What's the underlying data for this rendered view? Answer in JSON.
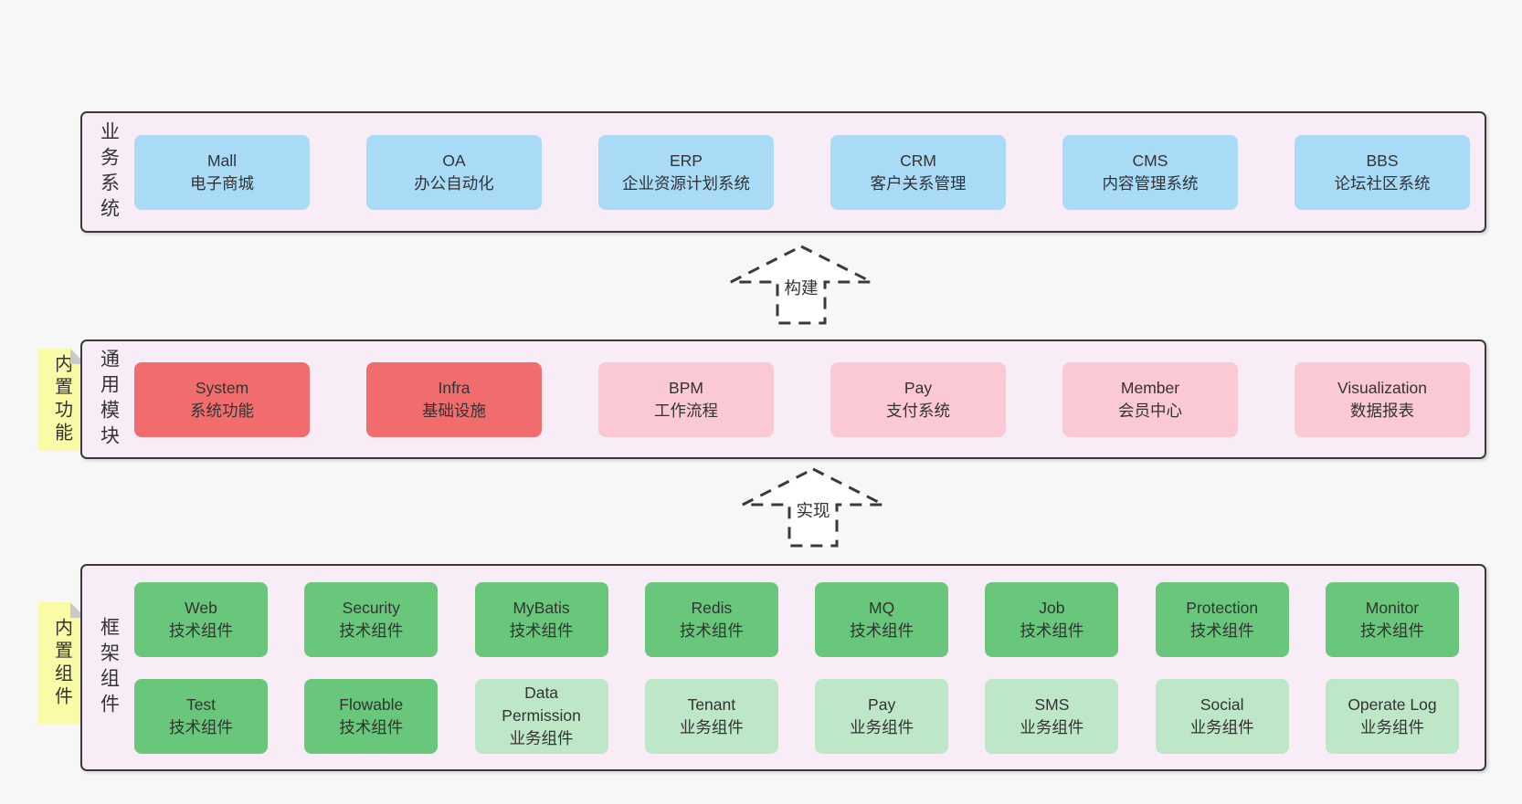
{
  "colors": {
    "page_bg": "#f7f7f7",
    "panel_bg": "#f8edf6",
    "panel_border": "#3a3a3a",
    "box_blue": "#a9daf6",
    "box_red": "#f16d6d",
    "box_pink": "#fbc9d3",
    "box_green": "#69c77b",
    "box_green_light": "#bee7c7",
    "tag_yellow": "#fbfaa6",
    "tag_fold_gray": "#c9c9c9",
    "text": "#333333"
  },
  "panels": {
    "business": {
      "label": "业务系统",
      "boxes": [
        {
          "title": "Mall",
          "subtitle": "电子商城"
        },
        {
          "title": "OA",
          "subtitle": "办公自动化"
        },
        {
          "title": "ERP",
          "subtitle": "企业资源计划系统"
        },
        {
          "title": "CRM",
          "subtitle": "客户关系管理"
        },
        {
          "title": "CMS",
          "subtitle": "内容管理系统"
        },
        {
          "title": "BBS",
          "subtitle": "论坛社区系统"
        }
      ]
    },
    "modules": {
      "label": "通用模块",
      "tag": "内置功能",
      "boxes": [
        {
          "title": "System",
          "subtitle": "系统功能"
        },
        {
          "title": "Infra",
          "subtitle": "基础设施"
        },
        {
          "title": "BPM",
          "subtitle": "工作流程"
        },
        {
          "title": "Pay",
          "subtitle": "支付系统"
        },
        {
          "title": "Member",
          "subtitle": "会员中心"
        },
        {
          "title": "Visualization",
          "subtitle": "数据报表"
        }
      ]
    },
    "components": {
      "label": "框架组件",
      "tag": "内置组件",
      "row1": [
        {
          "title": "Web",
          "subtitle": "技术组件"
        },
        {
          "title": "Security",
          "subtitle": "技术组件"
        },
        {
          "title": "MyBatis",
          "subtitle": "技术组件"
        },
        {
          "title": "Redis",
          "subtitle": "技术组件"
        },
        {
          "title": "MQ",
          "subtitle": "技术组件"
        },
        {
          "title": "Job",
          "subtitle": "技术组件"
        },
        {
          "title": "Protection",
          "subtitle": "技术组件"
        },
        {
          "title": "Monitor",
          "subtitle": "技术组件"
        }
      ],
      "row2": [
        {
          "title": "Test",
          "subtitle": "技术组件"
        },
        {
          "title": "Flowable",
          "subtitle": "技术组件"
        },
        {
          "title": "Data Permission",
          "subtitle": "业务组件"
        },
        {
          "title": "Tenant",
          "subtitle": "业务组件"
        },
        {
          "title": "Pay",
          "subtitle": "业务组件"
        },
        {
          "title": "SMS",
          "subtitle": "业务组件"
        },
        {
          "title": "Social",
          "subtitle": "业务组件"
        },
        {
          "title": "Operate Log",
          "subtitle": "业务组件"
        }
      ]
    }
  },
  "arrows": {
    "build": {
      "label": "构建"
    },
    "implement": {
      "label": "实现"
    }
  }
}
